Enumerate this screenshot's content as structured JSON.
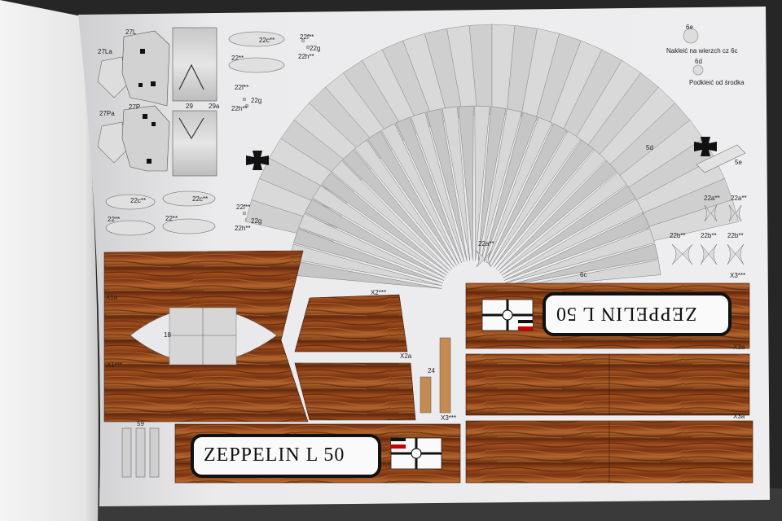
{
  "photo": {
    "subject": "Opened booklet page of a paper model kit with printed cut-out parts"
  },
  "title_plates": {
    "bottom": "ZEPPELIN L 50",
    "top_inverted": "ZEPPELIN L 50"
  },
  "instructions": {
    "6e_text": "Nakleić na wierzch cz 6c",
    "6d_text": "Podkleić od środka"
  },
  "part_labels": {
    "p27La": "27La",
    "p27L": "27L",
    "p27Pa": "27Pa",
    "p27P": "27P",
    "p29": "29",
    "p29a": "29a",
    "p22c_a": "22c**",
    "p22_a": "22**",
    "p22f_a": "22f**",
    "p22g_a": "22g",
    "p22h_a": "22h**",
    "p22f_b": "22f**",
    "p22g_b": "22g",
    "p22h_b": "22h**",
    "p22c_b": "22c**",
    "p22_b": "22**",
    "p22c_c": "22c**",
    "p22_c": "22**",
    "p22f_c": "22f**",
    "p22g_c": "22g",
    "p22h_c": "22h**",
    "p6e": "6e",
    "p6d": "6d",
    "p5d": "5d",
    "p5e": "5e",
    "p6c": "6c",
    "p22a_1": "22a**",
    "p22a_2": "22a**",
    "p22a_3": "22a**",
    "p22b_1": "22b**",
    "p22b_2": "22b**",
    "p22b_3": "22b**",
    "X1a": "X1a",
    "X1": "X1***",
    "p18": "18",
    "X2": "X2***",
    "X2a": "X2a",
    "p24": "24",
    "X3_top": "X3***",
    "X3_mid": "X3***",
    "X3a_1": "X3a",
    "X3a_2": "X3a",
    "p59": "59"
  },
  "colors": {
    "wood_dark": "#5a240c",
    "wood_mid": "#8e4419",
    "wood_light": "#b8692e",
    "paper": "#e9e9ec",
    "page_left": "#f2f2f2",
    "table": "#2a2a2a"
  }
}
